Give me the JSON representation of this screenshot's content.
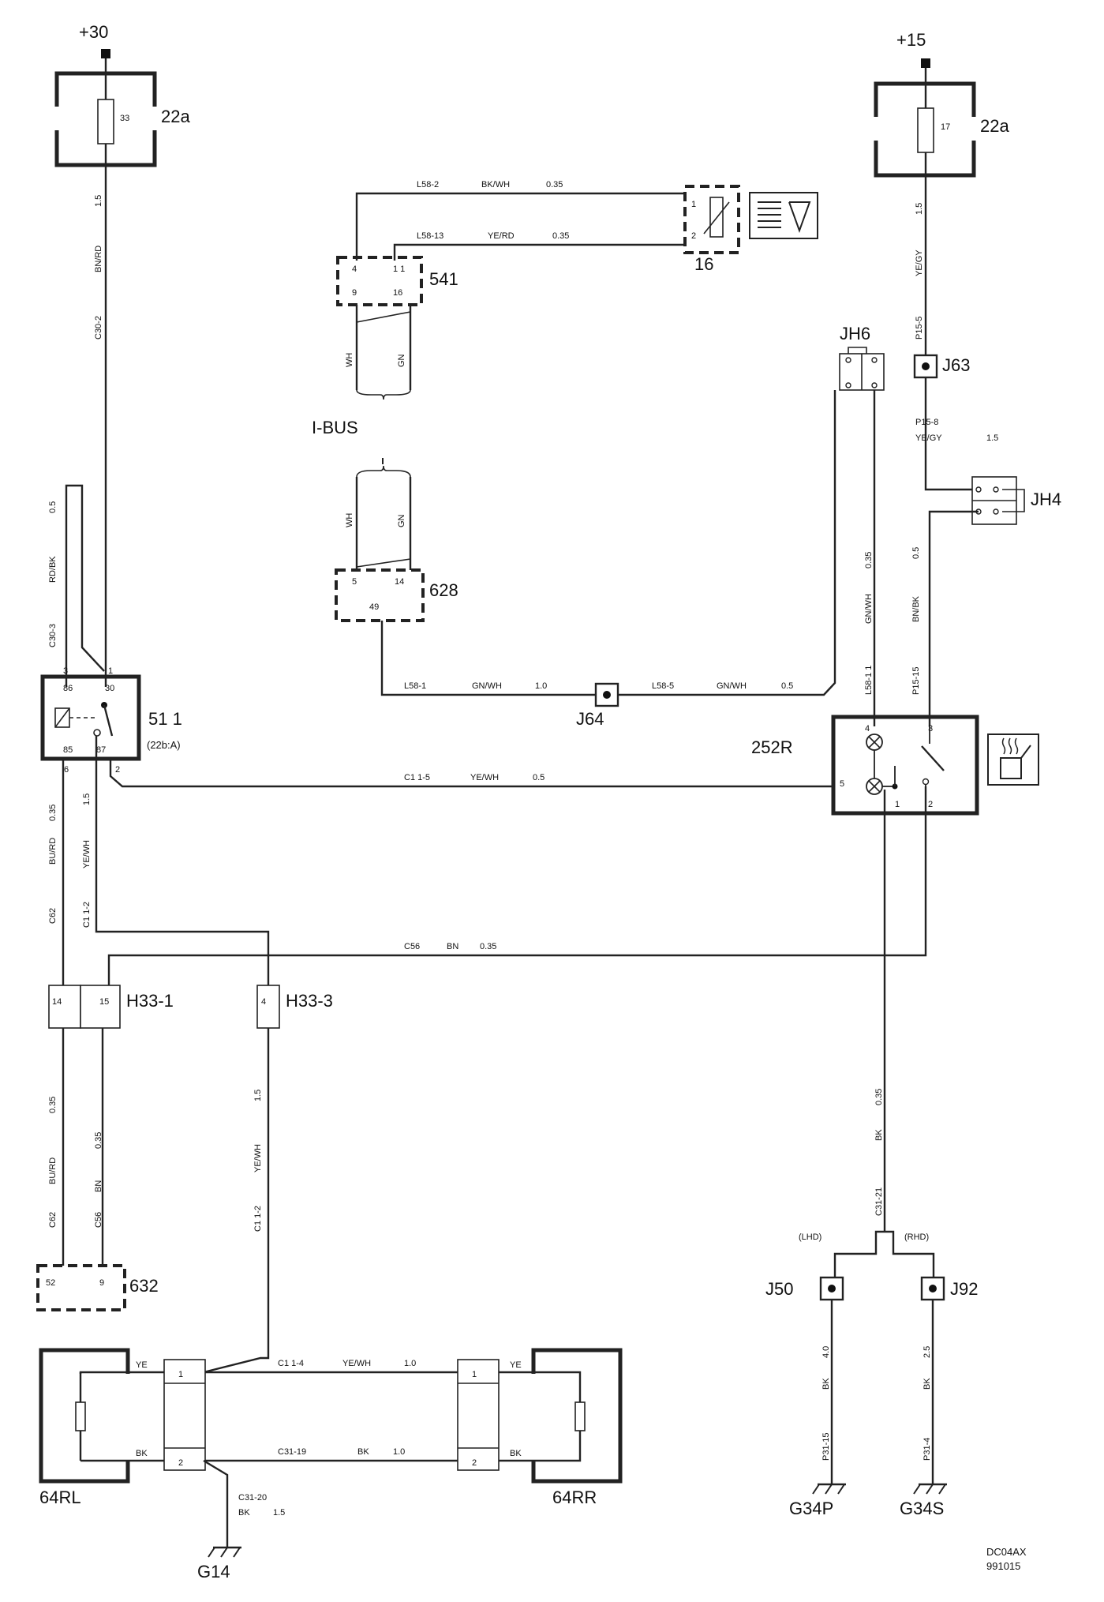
{
  "diagram": {
    "supply": {
      "b30": "+30",
      "b15": "+15"
    },
    "fuses": {
      "left": {
        "box": "22a",
        "num": "33"
      },
      "right": {
        "box": "22a",
        "num": "17"
      }
    },
    "relay": {
      "id": "51 1",
      "sub": "(22b:A)",
      "pins": [
        "3",
        "1",
        "86",
        "30",
        "85",
        "87",
        "6",
        "2"
      ]
    },
    "switch_252R": {
      "id": "252R",
      "pins": [
        "4",
        "3",
        "5",
        "1",
        "2"
      ]
    },
    "connectors": {
      "c541": {
        "id": "541",
        "pins": [
          "4",
          "1 1",
          "9",
          "16"
        ]
      },
      "c628": {
        "id": "628",
        "pins": [
          "5",
          "14",
          "49"
        ]
      },
      "c632": {
        "id": "632",
        "pins": [
          "52",
          "9"
        ]
      },
      "c16": {
        "id": "16",
        "pins": [
          "1",
          "2"
        ]
      },
      "h33_1": {
        "id": "H33-1",
        "pins": [
          "14",
          "15"
        ]
      },
      "h33_3": {
        "id": "H33-3",
        "pins": [
          "4"
        ]
      },
      "ibus": "I-BUS"
    },
    "junctions": [
      "J63",
      "J64",
      "J50",
      "J92"
    ],
    "splices": [
      "JH6",
      "JH4"
    ],
    "grounds": [
      "G14",
      "G34P",
      "G34S"
    ],
    "heaters": {
      "left": "64RL",
      "right": "64RR",
      "pins": [
        "1",
        "2"
      ],
      "wire_ye": "YE",
      "wire_bk": "BK"
    },
    "drive": {
      "lhd": "(LHD)",
      "rhd": "(RHD)"
    },
    "wire_labels": {
      "l_1_5a": "1.5",
      "l_bnrd": "BN/RD",
      "l_c30_2": "C30-2",
      "l_0_5a": "0.5",
      "l_rdbk": "RD/BK",
      "l_c30_3": "C30-3",
      "l_0_35a": "0.35",
      "l_burd": "BU/RD",
      "l_c62": "C62",
      "l_1_5b": "1.5",
      "l_yewh": "YE/WH",
      "l_c1_2": "C1  1-2",
      "l_0_35b": "0.35",
      "l_burd2": "BU/RD",
      "l_c62b": "C62",
      "l_0_35c": "0.35",
      "l_bn": "BN",
      "l_c56": "C56",
      "l_1_5c": "1.5",
      "l_yewh2": "YE/WH",
      "l_c1_2b": "C1  1-2",
      "l58_2": "L58-2",
      "bkwh": "BK/WH",
      "w035_1": "0.35",
      "l58_13": "L58-13",
      "yerd": "YE/RD",
      "w035_2": "0.35",
      "wh1": "WH",
      "gn1": "GN",
      "wh2": "WH",
      "gn2": "GN",
      "l58_1": "L58-1",
      "gnwh1": "GN/WH",
      "w10": "1.0",
      "l58_5": "L58-5",
      "gnwh2": "GN/WH",
      "w05": "0.5",
      "w035_v": "0.35",
      "gnwh_v": "GN/WH",
      "l58_1v": "L58-1  1",
      "r15": "1.5",
      "yegy": "YE/GY",
      "p15_5": "P15-5",
      "p15_8": "P15-8",
      "yegy2": "YE/GY",
      "r15b": "1.5",
      "r05": "0.5",
      "bnbk": "BN/BK",
      "p15_15": "P15-15",
      "c1_5": "C1  1-5",
      "yewh_h": "YE/WH",
      "w05_h": "0.5",
      "c56_h": "C56",
      "bn_h": "BN",
      "w035_h": "0.35",
      "r035": "0.35",
      "bk_v": "BK",
      "c31_21": "C31-21",
      "w40": "4.0",
      "bk_j50": "BK",
      "p31_15": "P31-15",
      "w25": "2.5",
      "bk_j92": "BK",
      "p31_4": "P31-4",
      "c1_4": "C1   1-4",
      "yewh_b": "YE/WH",
      "w10_b": "1.0",
      "c31_19": "C31-19",
      "bk_b": "BK",
      "w10_c": "1.0",
      "c31_20": "C31-20",
      "bk_g": "BK",
      "w15_g": "1.5"
    },
    "doc": {
      "code": "DC04AX",
      "date": "991015"
    }
  }
}
